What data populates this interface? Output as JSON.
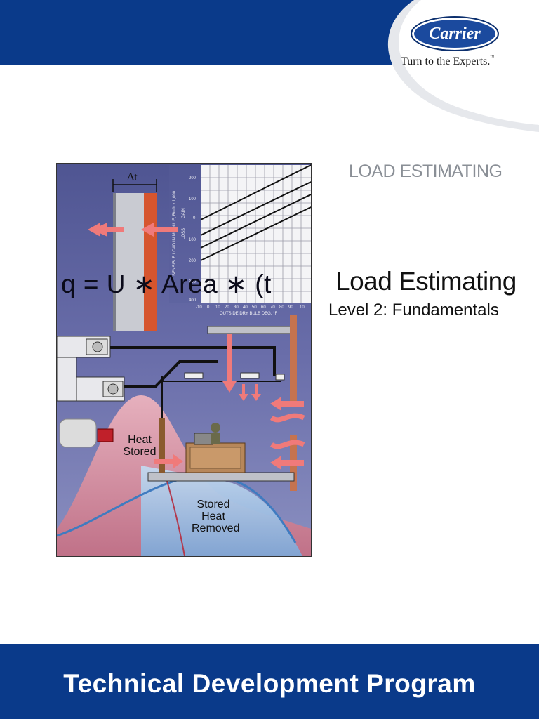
{
  "brand": {
    "logo_text": "Carrier",
    "tagline": "Turn to the Experts.",
    "tm": "™"
  },
  "cover": {
    "section_label": "LOAD ESTIMATING",
    "title": "Load Estimating",
    "subtitle": "Level 2: Fundamentals"
  },
  "figure": {
    "equation": "q = U ∗ Area ∗ (t",
    "delta_t": "Δt",
    "heat_stored": [
      "Heat",
      "Stored"
    ],
    "stored_heat_removed": [
      "Stored",
      "Heat",
      "Removed"
    ],
    "chart_ylabel": "SENSIBLE LOAD IN MODULE, Btu/h x 1,000",
    "gain_label": "GAIN",
    "loss_label": "LOSS",
    "chart_xlabel": "OUTSIDE DRY BULB DEG. °F",
    "y_ticks": [
      "200",
      "100",
      "0",
      "100",
      "200",
      "300",
      "400"
    ],
    "x_ticks": [
      "-10",
      "0",
      "10",
      "20",
      "30",
      "40",
      "50",
      "60",
      "70",
      "80",
      "90",
      "10"
    ]
  },
  "footer": {
    "program": "Technical Development Program"
  },
  "colors": {
    "band_blue": "#0a3a8a",
    "arrow_pink": "#f07a7a",
    "panel_purple": "#5a5f9a"
  }
}
